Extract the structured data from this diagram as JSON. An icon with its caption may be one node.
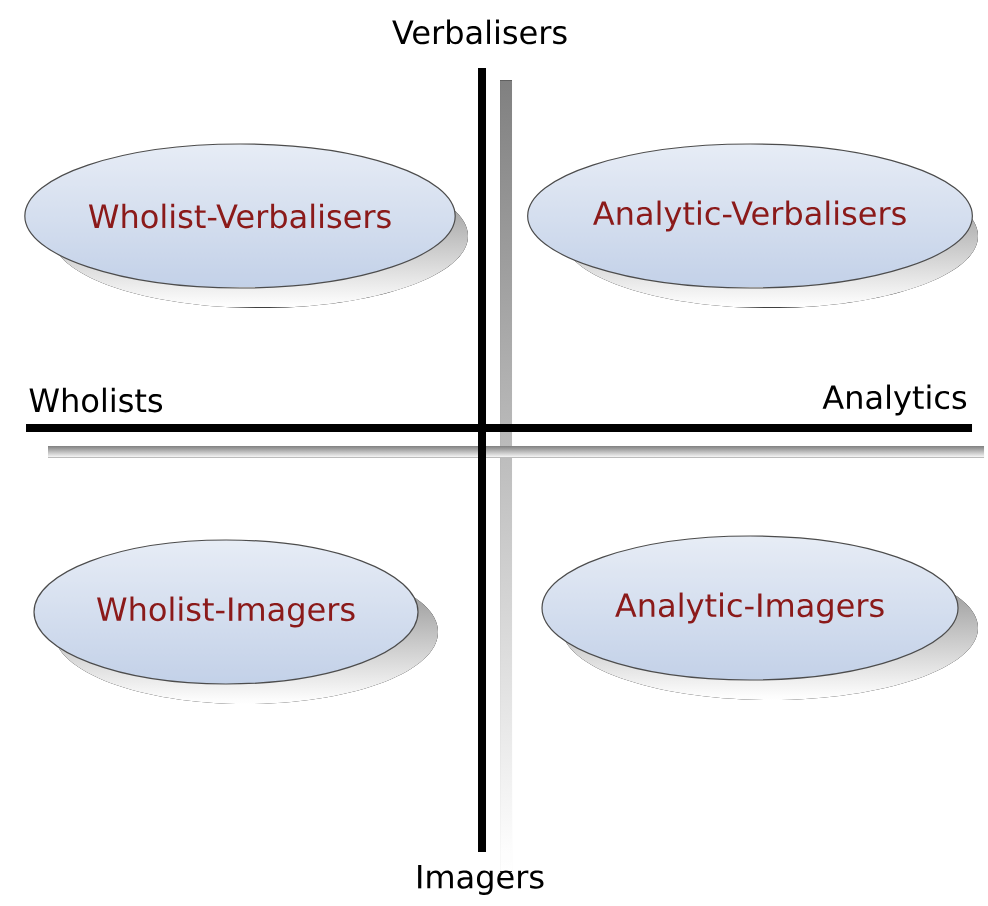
{
  "diagram": {
    "nodes": [
      {
        "text": [
          "Wholist-Verbalisers"
        ]
      },
      {
        "text": [
          "Analytic-Verbalisers"
        ]
      },
      {
        "text": [
          "Wholist-Imagers"
        ]
      },
      {
        "text": [
          "Analytic-Imagers"
        ]
      }
    ],
    "labels": [
      "Verbalisers",
      "Wholists",
      "Analytics",
      "Imagers"
    ]
  }
}
